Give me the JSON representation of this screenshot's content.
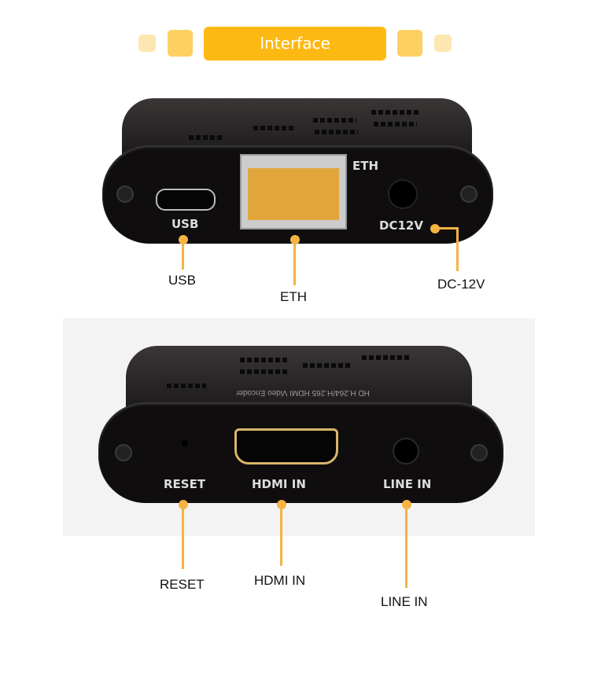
{
  "header": {
    "title": "Interface",
    "accent": "#fdb913"
  },
  "device_back": {
    "printed_labels": {
      "usb": "USB",
      "eth": "ETH",
      "dc": "DC12V"
    },
    "callouts": {
      "usb": "USB",
      "eth": "ETH",
      "dc": "DC-12V"
    }
  },
  "device_front": {
    "printed_labels": {
      "reset": "RESET",
      "hdmi": "HDMI IN",
      "line": "LINE IN"
    },
    "model_text": "HD H.264/H.265 HDMI Video Encoder",
    "callouts": {
      "reset": "RESET",
      "hdmi": "HDMI IN",
      "line": "LINE IN"
    }
  },
  "callout_color": "#f5b342"
}
